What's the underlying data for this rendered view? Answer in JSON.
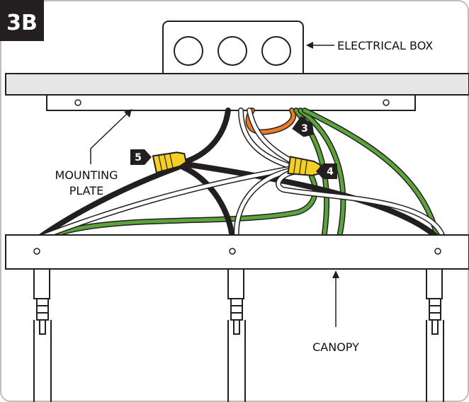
{
  "step_badge": "3B",
  "labels": {
    "electrical_box": "ELECTRICAL BOX",
    "mounting_plate_line1": "MOUNTING",
    "mounting_plate_line2": "PLATE",
    "canopy": "CANOPY"
  },
  "callouts": {
    "step_3": "3",
    "step_4": "4",
    "step_5": "5"
  },
  "colors": {
    "black_wire": "#231f20",
    "white_wire": "#ffffff",
    "green_wire": "#5aa43b",
    "orange_wire": "#ee7d22",
    "wire_nut": "#f2d024",
    "ceiling": "#e6e6e6",
    "badge": "#231f20"
  }
}
